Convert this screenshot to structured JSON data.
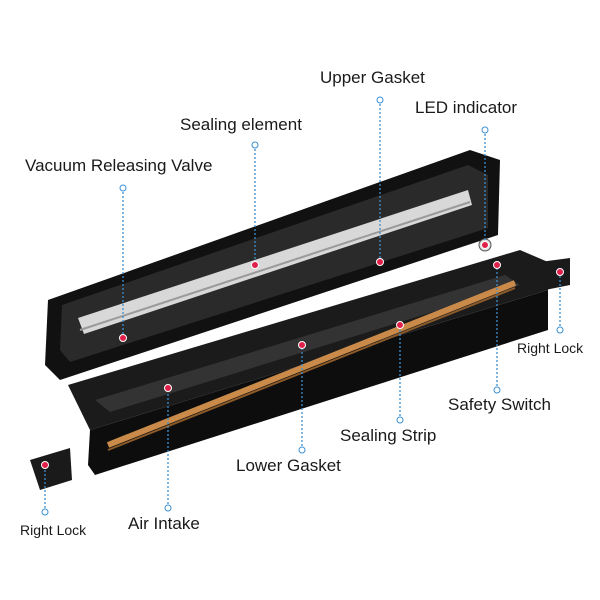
{
  "labels": {
    "upper_gasket": "Upper Gasket",
    "led_indicator": "LED indicator",
    "sealing_element": "Sealing element",
    "vacuum_releasing_valve": "Vacuum Releasing Valve",
    "right_lock_right": "Right Lock",
    "safety_switch": "Safety Switch",
    "sealing_strip": "Sealing Strip",
    "lower_gasket": "Lower Gasket",
    "right_lock_left": "Right Lock",
    "air_intake": "Air Intake"
  },
  "colors": {
    "leader_line": "#3b8fd0",
    "marker_dot": "#e0204a",
    "device_body": "#151515",
    "sealing_strip": "#c98a4a",
    "sealing_element": "#d8d8d8"
  }
}
